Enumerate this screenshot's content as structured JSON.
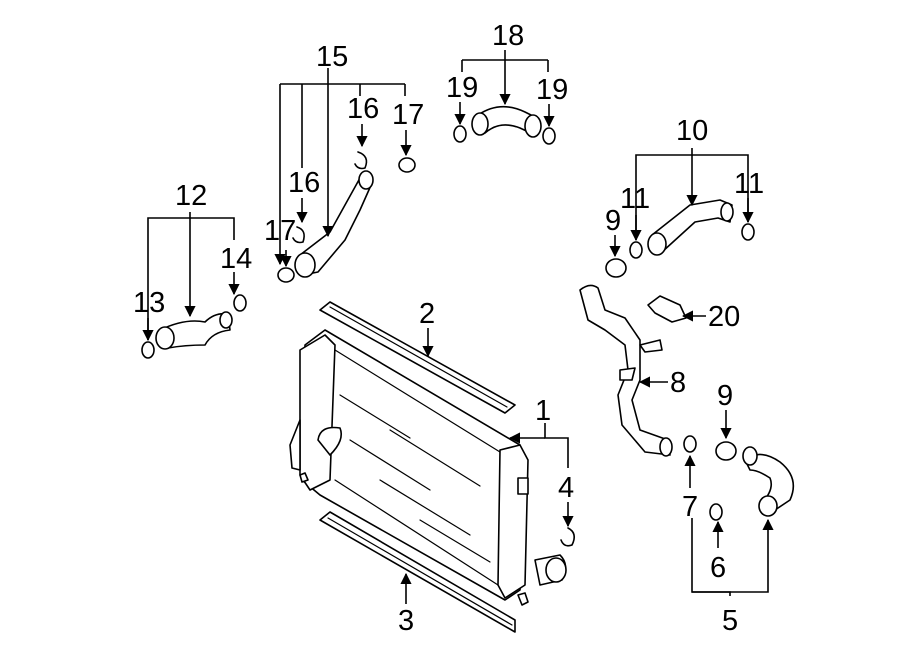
{
  "callouts": [
    {
      "id": "1",
      "text": "1"
    },
    {
      "id": "2",
      "text": "2"
    },
    {
      "id": "3",
      "text": "3"
    },
    {
      "id": "4",
      "text": "4"
    },
    {
      "id": "5",
      "text": "5"
    },
    {
      "id": "6",
      "text": "6"
    },
    {
      "id": "7",
      "text": "7"
    },
    {
      "id": "8",
      "text": "8"
    },
    {
      "id": "9a",
      "text": "9"
    },
    {
      "id": "9b",
      "text": "9"
    },
    {
      "id": "10",
      "text": "10"
    },
    {
      "id": "11a",
      "text": "11"
    },
    {
      "id": "11b",
      "text": "11"
    },
    {
      "id": "12",
      "text": "12"
    },
    {
      "id": "13",
      "text": "13"
    },
    {
      "id": "14",
      "text": "14"
    },
    {
      "id": "15",
      "text": "15"
    },
    {
      "id": "16a",
      "text": "16"
    },
    {
      "id": "16b",
      "text": "16"
    },
    {
      "id": "17a",
      "text": "17"
    },
    {
      "id": "17b",
      "text": "17"
    },
    {
      "id": "18",
      "text": "18"
    },
    {
      "id": "19a",
      "text": "19"
    },
    {
      "id": "19b",
      "text": "19"
    },
    {
      "id": "20",
      "text": "20"
    }
  ]
}
